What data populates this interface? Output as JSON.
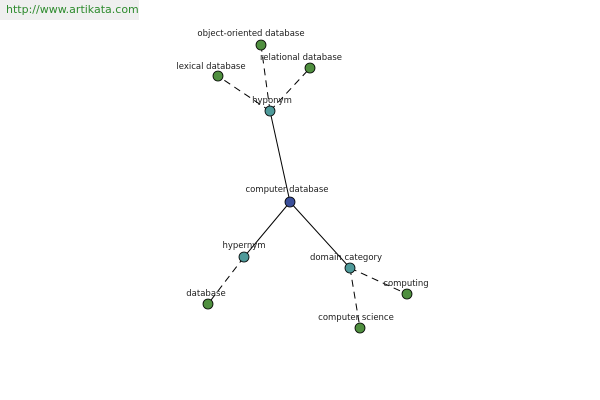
{
  "watermark": "http://www.artikata.com",
  "colors": {
    "root": "#3b4f99",
    "relation": "#4f9a9a",
    "leaf": "#4f8f3f"
  },
  "nodes": [
    {
      "id": "computer-database",
      "label": "computer database",
      "kind": "root"
    },
    {
      "id": "hyponym",
      "label": "hyponym",
      "kind": "relation"
    },
    {
      "id": "hypernym",
      "label": "hypernym",
      "kind": "relation"
    },
    {
      "id": "domain-category",
      "label": "domain category",
      "kind": "relation"
    },
    {
      "id": "object-oriented-database",
      "label": "object-oriented database",
      "kind": "leaf"
    },
    {
      "id": "relational-database",
      "label": "relational database",
      "kind": "leaf"
    },
    {
      "id": "lexical-database",
      "label": "lexical database",
      "kind": "leaf"
    },
    {
      "id": "database",
      "label": "database",
      "kind": "leaf"
    },
    {
      "id": "computing",
      "label": "computing",
      "kind": "leaf"
    },
    {
      "id": "computer-science",
      "label": "computer science",
      "kind": "leaf"
    }
  ],
  "edges": [
    {
      "from": "computer-database",
      "to": "hyponym",
      "style": "solid"
    },
    {
      "from": "computer-database",
      "to": "hypernym",
      "style": "solid"
    },
    {
      "from": "computer-database",
      "to": "domain-category",
      "style": "solid"
    },
    {
      "from": "hyponym",
      "to": "object-oriented-database",
      "style": "dashed"
    },
    {
      "from": "hyponym",
      "to": "relational-database",
      "style": "dashed"
    },
    {
      "from": "hyponym",
      "to": "lexical-database",
      "style": "dashed"
    },
    {
      "from": "hypernym",
      "to": "database",
      "style": "dashed"
    },
    {
      "from": "domain-category",
      "to": "computing",
      "style": "dashed"
    },
    {
      "from": "domain-category",
      "to": "computer-science",
      "style": "dashed"
    }
  ]
}
